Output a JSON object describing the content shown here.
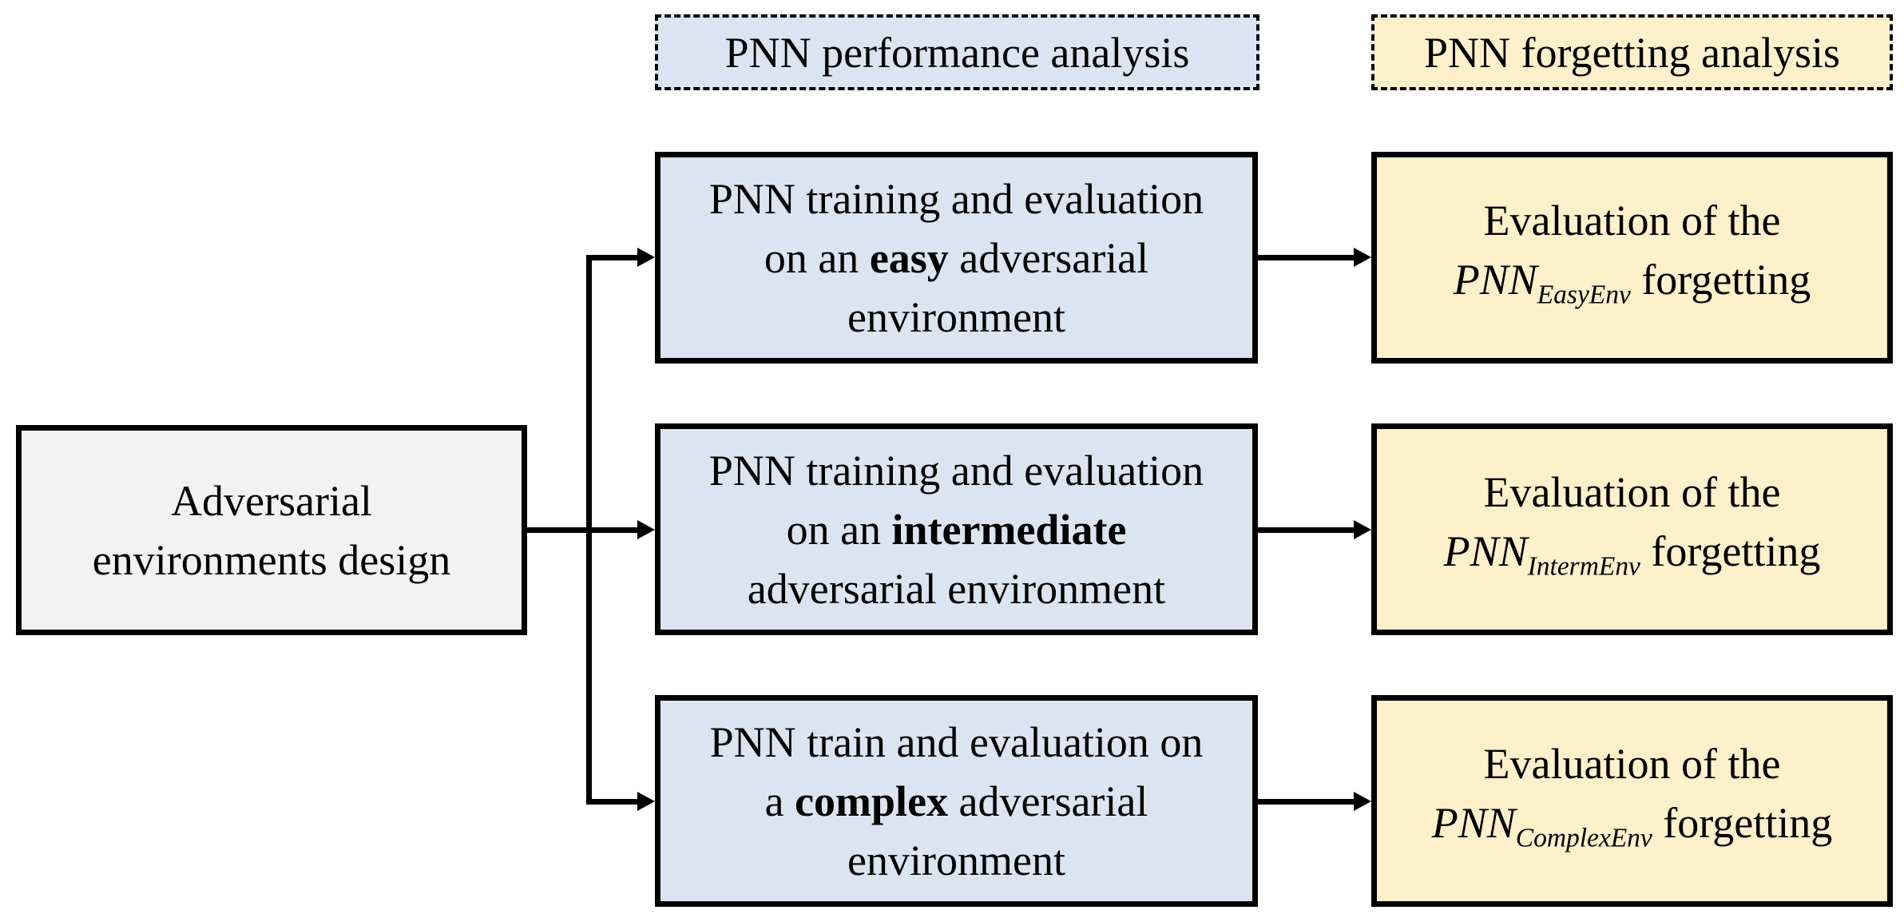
{
  "headers": {
    "performance": "PNN performance analysis",
    "forgetting": "PNN forgetting analysis"
  },
  "source": {
    "line1": "Adversarial",
    "line2": "environments design"
  },
  "rows": [
    {
      "id": "easy",
      "task": {
        "line1": "PNN training and evaluation",
        "line2_pre": "on an ",
        "line2_bold": "easy",
        "line2_post": " adversarial",
        "line3": "environment"
      },
      "forgetting": {
        "line1": "Evaluation of the",
        "math_base": "PNN",
        "math_sub": "EasyEnv",
        "tail": " forgetting"
      }
    },
    {
      "id": "intermediate",
      "task": {
        "line1": "PNN training and evaluation",
        "line2_pre": "on an ",
        "line2_bold": "intermediate",
        "line2_post": "",
        "line3": "adversarial environment"
      },
      "forgetting": {
        "line1": "Evaluation of the",
        "math_base": "PNN",
        "math_sub": "IntermEnv",
        "tail": " forgetting"
      }
    },
    {
      "id": "complex",
      "task": {
        "line1": "PNN train and evaluation on",
        "line2_pre": "a ",
        "line2_bold": "complex",
        "line2_post": " adversarial",
        "line3": "environment"
      },
      "forgetting": {
        "line1": "Evaluation of the",
        "math_base": "PNN",
        "math_sub": "ComplexEnv",
        "tail": " forgetting"
      }
    }
  ],
  "colors": {
    "task_fill": "#dbe5f1",
    "forgetting_fill": "#fdf0cb",
    "source_fill": "#f2f2f2",
    "line": "#000000",
    "background": "#ffffff"
  }
}
